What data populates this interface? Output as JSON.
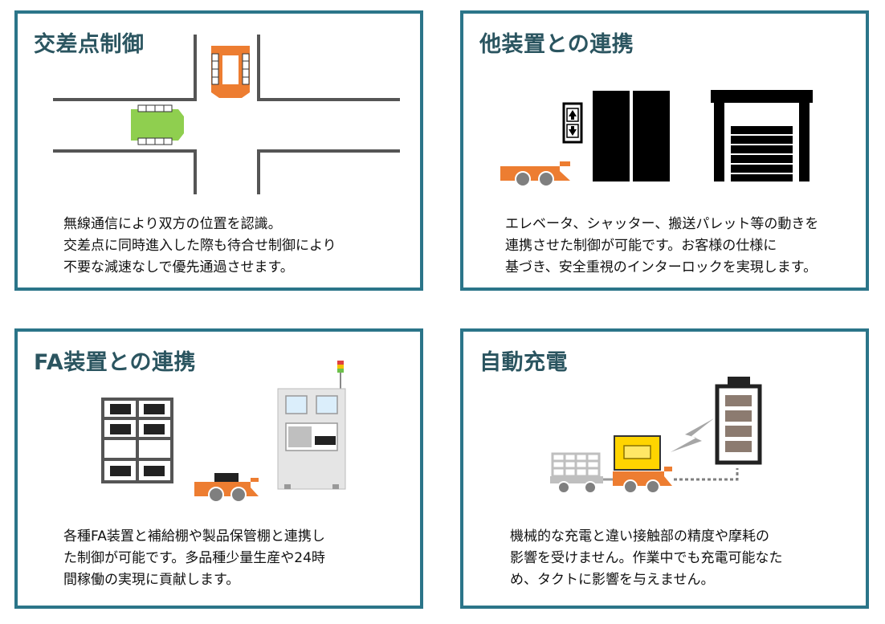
{
  "colors": {
    "border": "#2b7589",
    "title": "#2b5560",
    "agv_orange": "#ed7d31",
    "agv_green": "#8fcf4f",
    "dark": "#111111",
    "gray": "#a6a6a6"
  },
  "panels": [
    {
      "title": "交差点制御",
      "lines": [
        "無線通信により双方の位置を認識。",
        "交差点に同時進入した際も待合せ制御により",
        "不要な減速なしで優先通過させます。"
      ],
      "icons": [
        "intersection-road-icon",
        "orange-agv-icon",
        "green-agv-icon"
      ]
    },
    {
      "title": "他装置との連携",
      "lines": [
        "エレベータ、シャッター、搬送パレット等の動きを",
        "連携させた制御が可能です。お客様の仕様に",
        "基づき、安全重視のインターロックを実現します。"
      ],
      "icons": [
        "agv-cart-icon",
        "elevator-button-icon",
        "elevator-door-icon",
        "shutter-icon"
      ]
    },
    {
      "title": "FA装置との連携",
      "lines": [
        "各種FA装置と補給棚や製品保管棚と連携し",
        "た制御が可能です。多品種少量生産や24時",
        "間稼働の実現に貢献します。"
      ],
      "icons": [
        "storage-shelf-icon",
        "agv-cart-icon",
        "fa-machine-icon",
        "signal-tower-icon"
      ]
    },
    {
      "title": "自動充電",
      "lines": [
        "機械的な充電と違い接触部の精度や摩耗の",
        "影響を受けません。作業中でも充電可能なた",
        "め、タクトに影響を与えません。"
      ],
      "icons": [
        "trolley-icon",
        "agv-charging-icon",
        "lightning-icon",
        "battery-icon"
      ]
    }
  ]
}
